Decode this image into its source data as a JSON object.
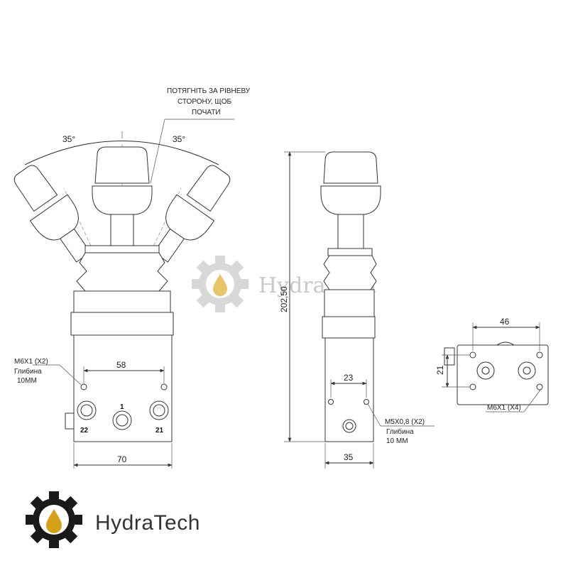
{
  "annotations": {
    "angle_left": "35°",
    "angle_right": "35°",
    "pull_note_line1": "ПОТЯГНІТЬ ЗА РІВНЕВУ",
    "pull_note_line2": "СТОРОНУ, ЩОБ",
    "pull_note_line3": "ПОЧАТИ",
    "thread_front_line1": "M6X1 (X2)",
    "thread_front_line2": "Глибина",
    "thread_front_line3": "10MM",
    "thread_side_line1": "M5X0,8   (X2)",
    "thread_side_line2": "Глибина",
    "thread_side_line3": "10 MM",
    "thread_bottom": "M6X1 (X4)"
  },
  "dimensions": {
    "front_hole_spacing": "58",
    "front_width": "70",
    "side_height": "202,50",
    "side_hole_spacing": "23",
    "side_width": "35",
    "bottom_hole_spacing_x": "46",
    "bottom_hole_spacing_y": "21"
  },
  "ports": {
    "port_1": "1",
    "port_22": "22",
    "port_21": "21"
  },
  "watermark": {
    "text": "HydraTech"
  },
  "brand": {
    "name": "HydraTech",
    "gear_color": "#1a1a1a",
    "drop_color": "#d4a21a",
    "watermark_gear_color": "#d8d8d8",
    "watermark_drop_color": "#e8c46a"
  }
}
